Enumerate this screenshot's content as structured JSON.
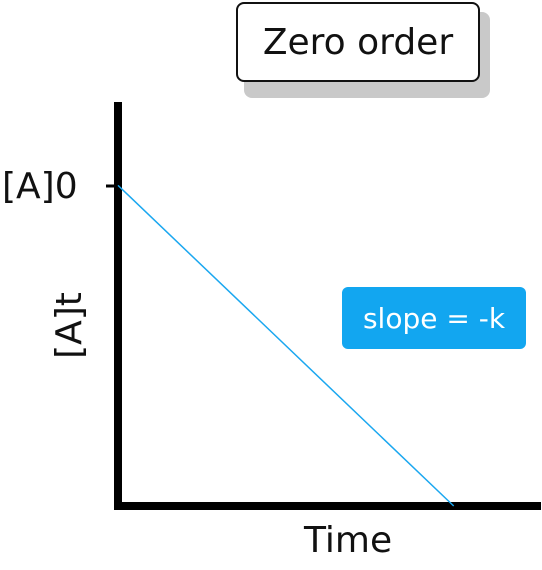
{
  "chart_data": {
    "type": "line",
    "title": "Zero order",
    "xlabel": "Time",
    "ylabel": "[A]t",
    "y_ticks": [
      "[A]0"
    ],
    "annotation": "slope = -k",
    "series": [
      {
        "x": [
          0,
          1
        ],
        "y": [
          1,
          0
        ]
      }
    ],
    "xlim": [
      0,
      1.26
    ],
    "ylim": [
      0,
      1.26
    ],
    "grid": false,
    "legend": "none"
  },
  "colors": {
    "axis": "#000000",
    "line": "#1aa7f0",
    "badge": "#12a6f0",
    "title_shadow": "#c9c9c9"
  }
}
